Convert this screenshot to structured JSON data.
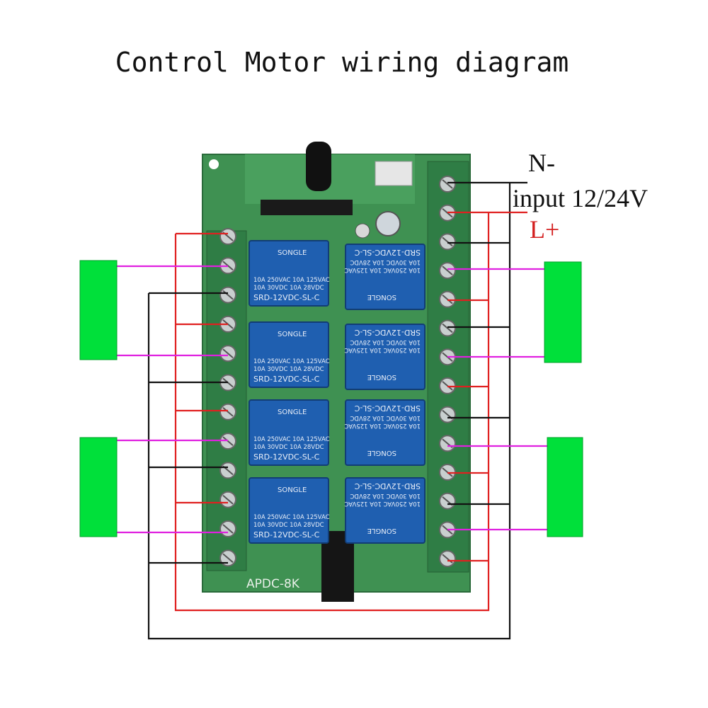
{
  "title": "Control Motor wiring diagram",
  "power_labels": {
    "neutral": "N-",
    "input": "input 12/24V",
    "live": "L+"
  },
  "board": {
    "model": "APDC-8K",
    "relays": [
      {
        "brand": "SONGLE",
        "rating1": "10A 250VAC 10A 125VAC",
        "rating2": "10A 30VDC 10A 28VDC",
        "model": "SRD-12VDC-SL-C"
      },
      {
        "brand": "SONGLE",
        "rating1": "10A 250VAC 10A 125VAC",
        "rating2": "10A 30VDC 10A 28VDC",
        "model": "SRD-12VDC-SL-C"
      },
      {
        "brand": "SONGLE",
        "rating1": "10A 250VAC 10A 125VAC",
        "rating2": "10A 30VDC 10A 28VDC",
        "model": "SRD-12VDC-SL-C"
      },
      {
        "brand": "SONGLE",
        "rating1": "10A 250VAC 10A 125VAC",
        "rating2": "10A 30VDC 10A 28VDC",
        "model": "SRD-12VDC-SL-C"
      },
      {
        "brand": "SONGLE",
        "rating1": "10A 250VAC 10A 125VAC",
        "rating2": "10A 30VDC 10A 28VDC",
        "model": "SRD-12VDC-SL-C"
      },
      {
        "brand": "SONGLE",
        "rating1": "10A 250VAC 10A 125VAC",
        "rating2": "10A 30VDC 10A 28VDC",
        "model": "SRD-12VDC-SL-C"
      },
      {
        "brand": "SONGLE",
        "rating1": "10A 250VAC 10A 125VAC",
        "rating2": "10A 30VDC 10A 28VDC",
        "model": "SRD-12VDC-SL-C"
      },
      {
        "brand": "SONGLE",
        "rating1": "10A 250VAC 10A 125VAC",
        "rating2": "10A 30VDC 10A 28VDC",
        "model": "SRD-12VDC-SL-C"
      }
    ]
  },
  "colors": {
    "board": "#3d8f4f",
    "terminal": "#2f7d45",
    "relay": "#1f5fb0",
    "motor": "#00e03a",
    "wire_live": "#e02020",
    "wire_neutral": "#111111",
    "wire_motor": "#e020e0"
  },
  "motors": [
    {
      "side": "left",
      "index": 1
    },
    {
      "side": "left",
      "index": 2
    },
    {
      "side": "right",
      "index": 1
    },
    {
      "side": "right",
      "index": 2
    }
  ]
}
